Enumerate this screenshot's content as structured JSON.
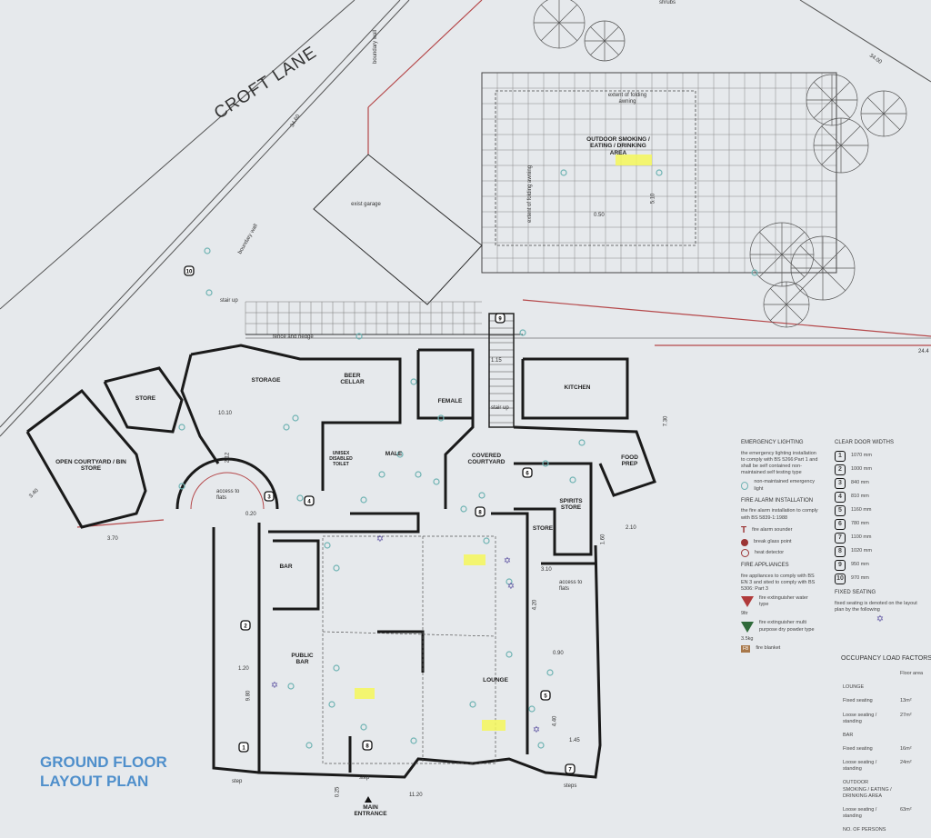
{
  "title": {
    "line1": "GROUND FLOOR",
    "line2": "LAYOUT PLAN"
  },
  "street": "CROFT LANE",
  "labels": {
    "shrubs": "shrubs",
    "boundary_wall_top": "boundary wall",
    "boundary_wall_left": "boundary wall",
    "awning": "extent of folding awning",
    "awning_side": "extent of folding awning",
    "outdoor": "OUTDOOR SMOKING / EATING / DRINKING AREA",
    "garage": "exist garage",
    "fence": "fence and hedge",
    "stair_up_left": "stair up",
    "stair_up_mid": "stair up",
    "storage": "STORAGE",
    "beer_cellar": "BEER CELLAR",
    "store_left": "STORE",
    "courtyard": "OPEN COURTYARD / BIN STORE",
    "female": "FEMALE",
    "male": "MALE",
    "disabled": "UNISEX DISABLED TOILET",
    "kitchen": "KITCHEN",
    "food_prep": "FOOD PREP",
    "covered": "COVERED COURTYARD",
    "spirits": "SPIRITS STORE",
    "store_right": "STORE",
    "bar": "BAR",
    "public_bar": "PUBLIC BAR",
    "lounge": "LOUNGE",
    "access_left": "access to flats",
    "access_right": "access to flats",
    "step_left": "step",
    "step_mid": "step",
    "steps_right": "steps",
    "main_entrance": "MAIN ENTRANCE"
  },
  "dimensions": {
    "d1": "34.60",
    "d2": "34.00",
    "d3": "10.10",
    "d4": "2.12",
    "d5": "3.70",
    "d6": "3.40",
    "d7": "0.20",
    "d8": "1.20",
    "d9": "9.80",
    "d10": "11.20",
    "d11": "0.25",
    "d12": "3.10",
    "d13": "4.20",
    "d14": "0.90",
    "d15": "4.40",
    "d16": "1.45",
    "d17": "7.30",
    "d18": "2.10",
    "d19": "1.60",
    "d20": "1.15",
    "d21": "0.50",
    "d22": "5.10",
    "d23": "24.4"
  },
  "legend": {
    "emergency_title": "EMERGENCY LIGHTING",
    "emergency_text": "the emergency lighting installation to comply with BS 5266:Part 1 and shall be self contained non-maintained self testing type",
    "emergency_item": "non-maintained emergency light",
    "alarm_title": "FIRE ALARM INSTALLATION",
    "alarm_text": "the fire alarm installation to comply with BS 5839-1:1988",
    "alarm_items": [
      "fire alarm sounder",
      "break glass point",
      "heat detector"
    ],
    "appliances_title": "FIRE APPLIANCES",
    "appliances_text": "fire appliances to comply with BS EN 3 and sited to comply with BS 5306: Part 3",
    "appliance_items": [
      {
        "label": "fire extinguisher water type",
        "size": "9ltr",
        "color": "#b03a3a",
        "code": "W"
      },
      {
        "label": "fire extinguisher multi purpose dry powder type",
        "size": "3.5kg",
        "color": "#2f6a3a",
        "code": "P"
      }
    ],
    "blanket": {
      "code": "FB",
      "label": "fire blanket"
    },
    "doors_title": "CLEAR DOOR WIDTHS",
    "doors": [
      {
        "n": "1",
        "w": "1070 mm"
      },
      {
        "n": "2",
        "w": "1000 mm"
      },
      {
        "n": "3",
        "w": "840 mm"
      },
      {
        "n": "4",
        "w": "810 mm"
      },
      {
        "n": "5",
        "w": "1160 mm"
      },
      {
        "n": "6",
        "w": "780 mm"
      },
      {
        "n": "7",
        "w": "1100 mm"
      },
      {
        "n": "8",
        "w": "1020 mm"
      },
      {
        "n": "9",
        "w": "950 mm"
      },
      {
        "n": "10",
        "w": "970 mm"
      }
    ],
    "seating_title": "FIXED SEATING",
    "seating_text": "fixed seating is denoted on the layout plan by the following",
    "occupancy_title": "OCCUPANCY LOAD FACTORS",
    "occupancy_col": "Floor area",
    "occupancy_rows": [
      {
        "label": "LOUNGE",
        "area": ""
      },
      {
        "label": "Fixed seating",
        "area": "13m²"
      },
      {
        "label": "Loose seating / standing",
        "area": "27m²"
      },
      {
        "label": "BAR",
        "area": ""
      },
      {
        "label": "Fixed seating",
        "area": "16m²"
      },
      {
        "label": "Loose seating / standing",
        "area": "24m²"
      },
      {
        "label": "OUTDOOR SMOKING / EATING / DRINKING AREA",
        "area": ""
      },
      {
        "label": "Loose seating / standing",
        "area": "63m²"
      },
      {
        "label": "NO. OF PERSONS",
        "area": ""
      }
    ]
  },
  "colors": {
    "paper": "#e6e9ec",
    "wall": "#1a1a1a",
    "boundary": "#b5484a",
    "title": "#4f8fcb",
    "light": "#6fb3b3",
    "seat": "#5a4fa0",
    "highlight": "#f4f75a"
  }
}
